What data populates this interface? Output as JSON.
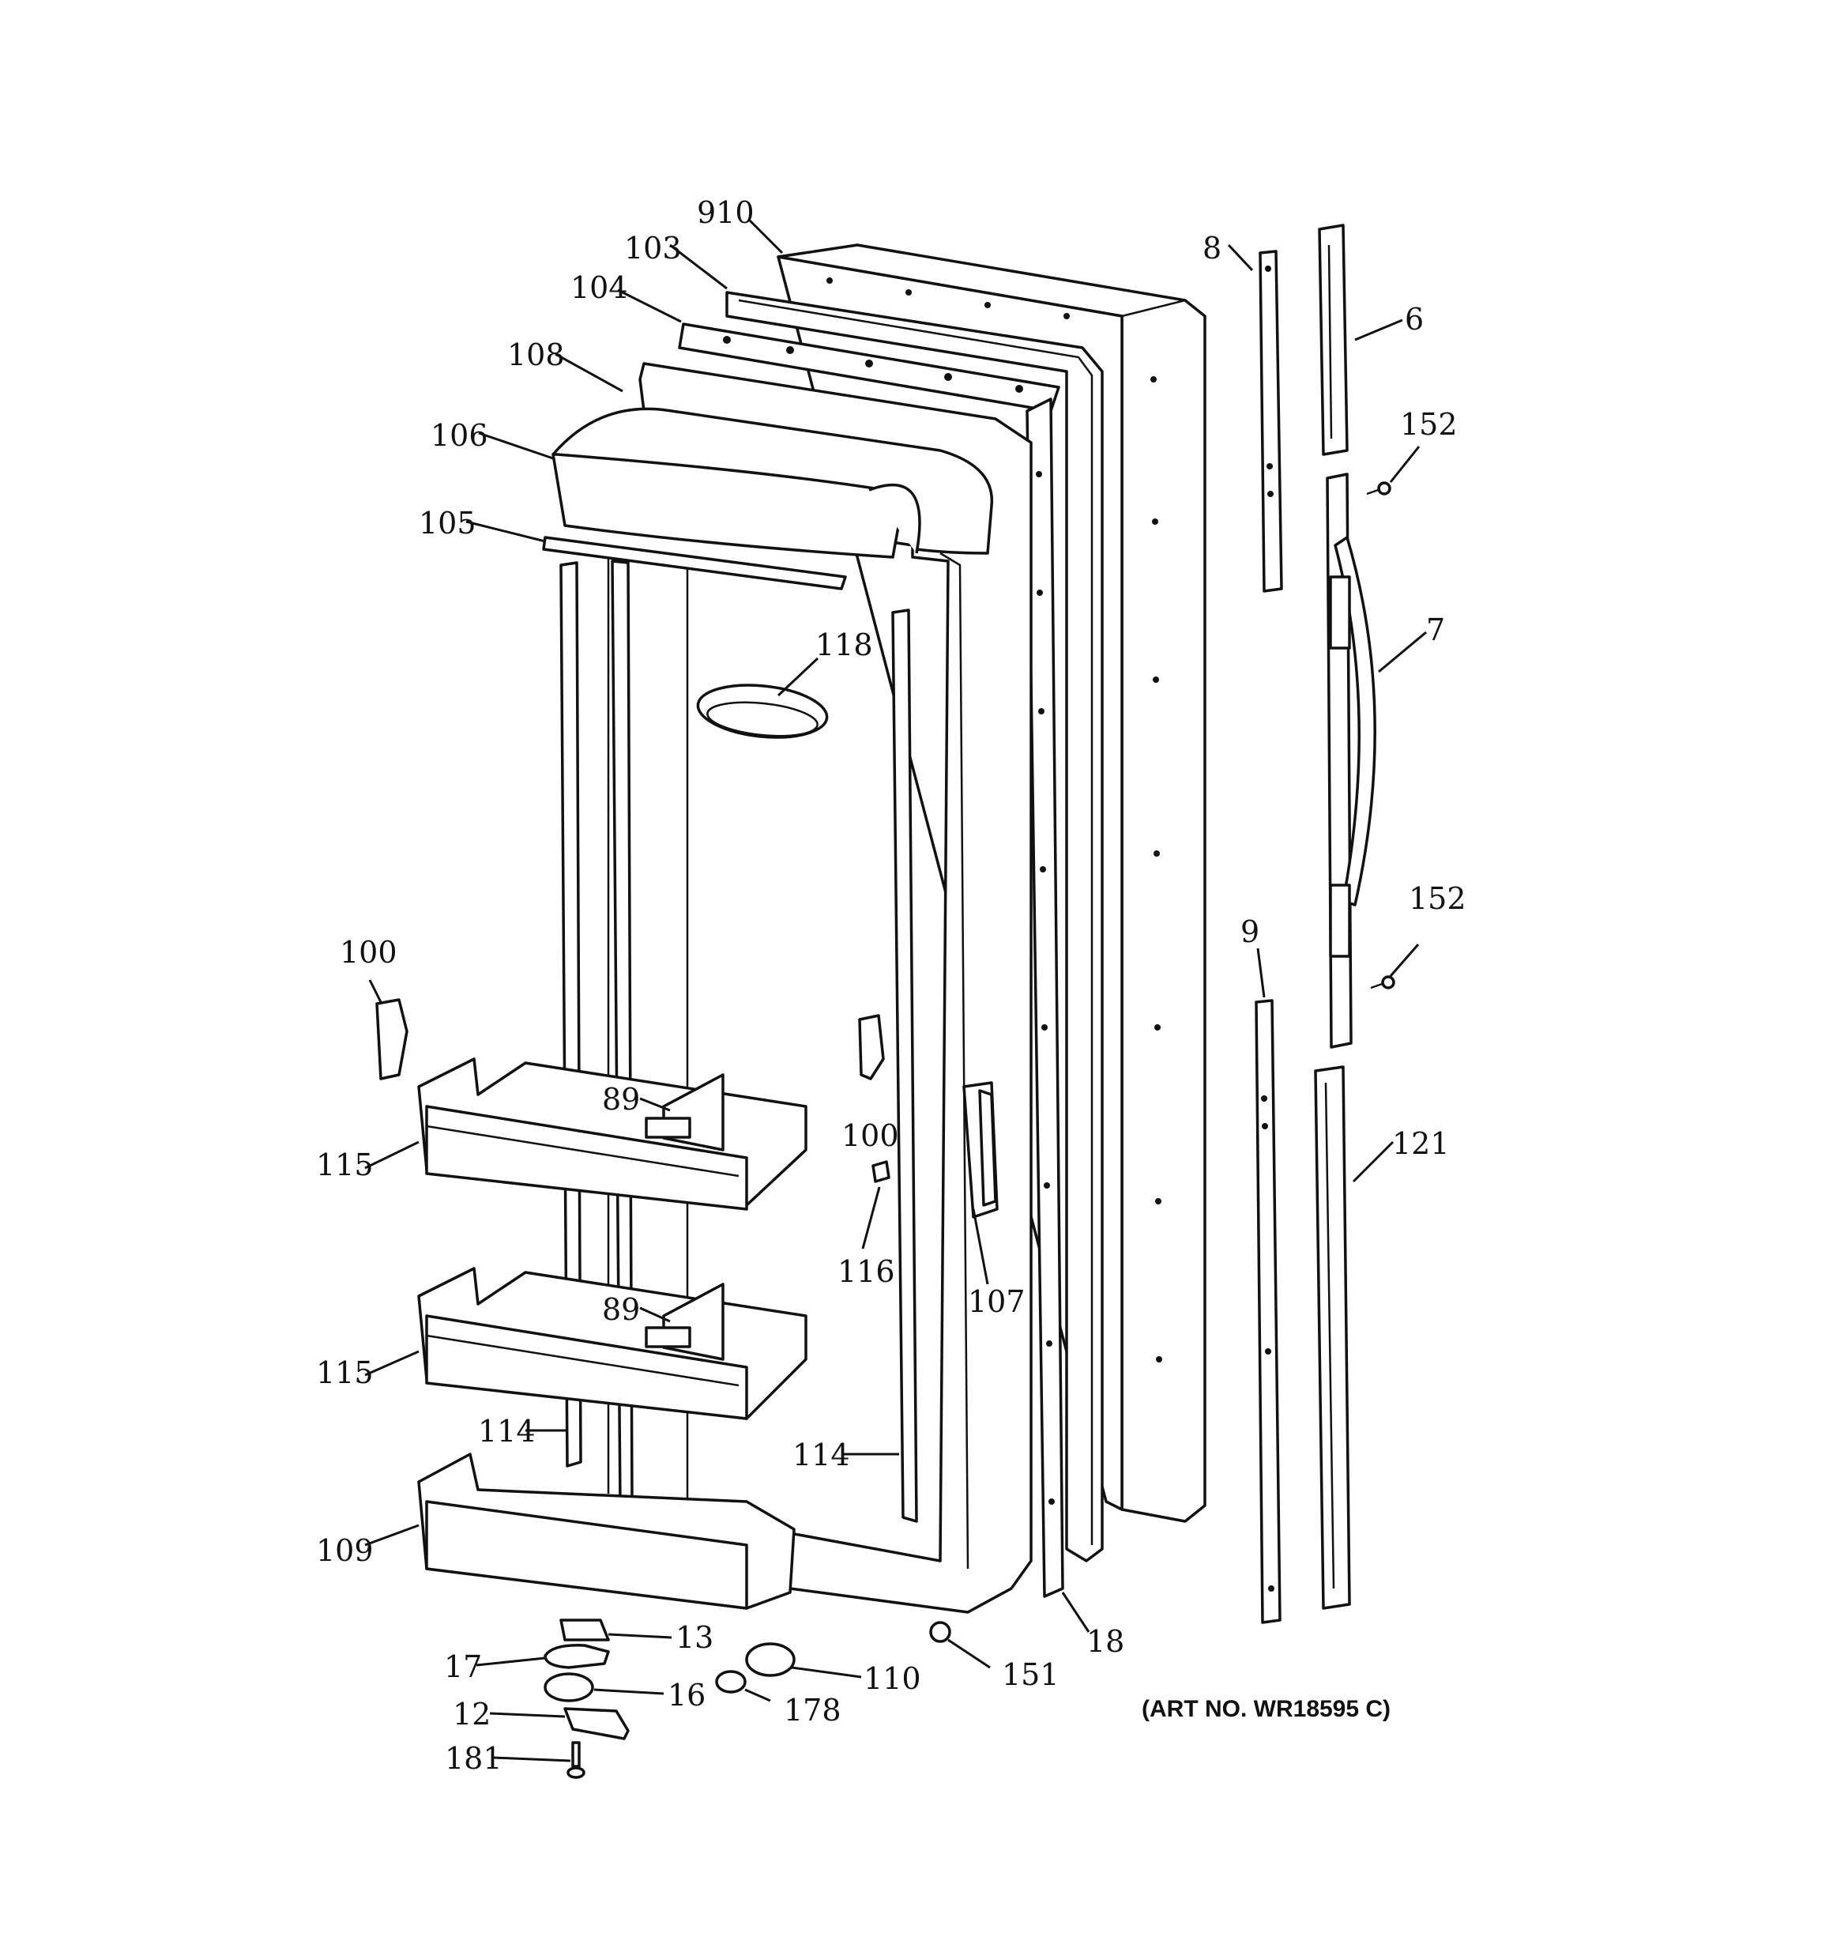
{
  "diagram": {
    "art_number": "(ART NO. WR18595 C)",
    "callouts": [
      {
        "id": "c910",
        "text": "910"
      },
      {
        "id": "c103",
        "text": "103"
      },
      {
        "id": "c104",
        "text": "104"
      },
      {
        "id": "c108",
        "text": "108"
      },
      {
        "id": "c106",
        "text": "106"
      },
      {
        "id": "c105",
        "text": "105"
      },
      {
        "id": "c118",
        "text": "118"
      },
      {
        "id": "c8",
        "text": "8"
      },
      {
        "id": "c6",
        "text": "6"
      },
      {
        "id": "c152a",
        "text": "152"
      },
      {
        "id": "c7",
        "text": "7"
      },
      {
        "id": "c152b",
        "text": "152"
      },
      {
        "id": "c9",
        "text": "9"
      },
      {
        "id": "c121",
        "text": "121"
      },
      {
        "id": "c100a",
        "text": "100"
      },
      {
        "id": "c89a",
        "text": "89"
      },
      {
        "id": "c100b",
        "text": "100"
      },
      {
        "id": "c115a",
        "text": "115"
      },
      {
        "id": "c116",
        "text": "116"
      },
      {
        "id": "c107",
        "text": "107"
      },
      {
        "id": "c89b",
        "text": "89"
      },
      {
        "id": "c115b",
        "text": "115"
      },
      {
        "id": "c114a",
        "text": "114"
      },
      {
        "id": "c114b",
        "text": "114"
      },
      {
        "id": "c109",
        "text": "109"
      },
      {
        "id": "c18",
        "text": "18"
      },
      {
        "id": "c13",
        "text": "13"
      },
      {
        "id": "c17",
        "text": "17"
      },
      {
        "id": "c16",
        "text": "16"
      },
      {
        "id": "c12",
        "text": "12"
      },
      {
        "id": "c181",
        "text": "181"
      },
      {
        "id": "c110",
        "text": "110"
      },
      {
        "id": "c178",
        "text": "178"
      },
      {
        "id": "c151",
        "text": "151"
      }
    ]
  }
}
